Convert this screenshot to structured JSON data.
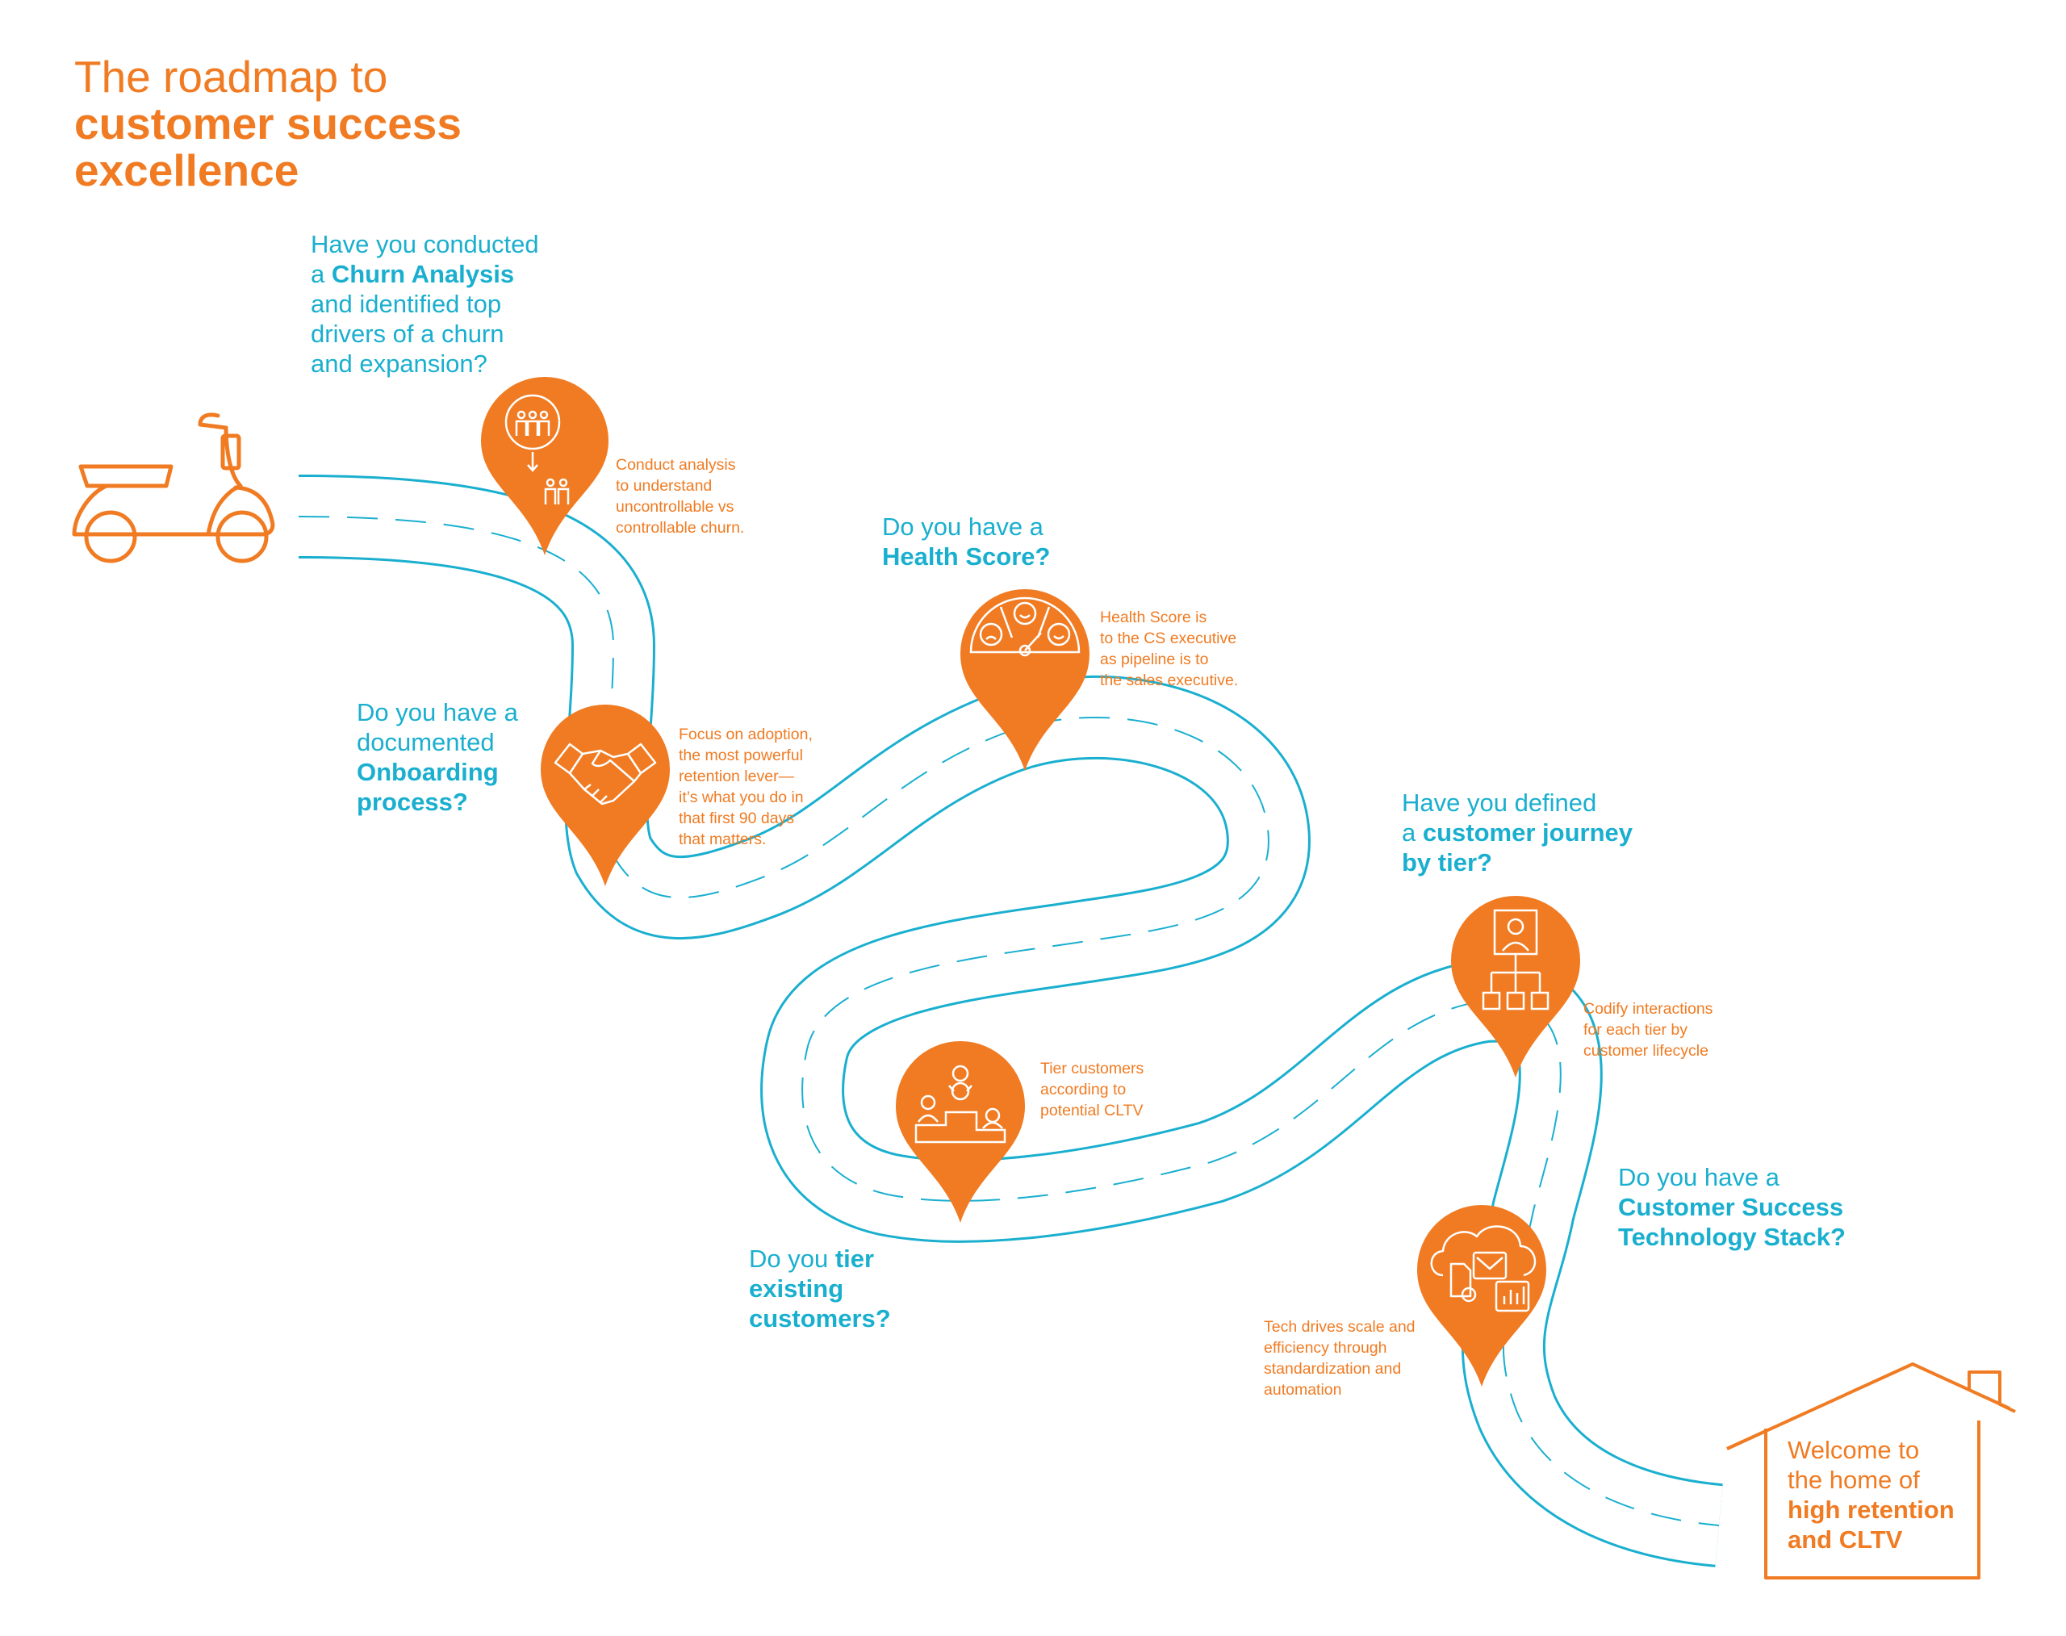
{
  "title": {
    "line1": "The roadmap to",
    "line2": "customer success",
    "line3": "excellence"
  },
  "colors": {
    "orange": "#F07B22",
    "teal": "#1AAFCF",
    "white": "#FFFFFF"
  },
  "start_icon": "scooter-icon",
  "steps": [
    {
      "id": "churn",
      "icon": "people-funnel-icon",
      "question": [
        "Have you conducted",
        "a ",
        "Churn Analysis",
        "and identified top",
        "drivers of a churn",
        "and expansion?"
      ],
      "description": [
        "Conduct analysis",
        "to understand",
        "uncontrollable vs",
        "controllable churn."
      ]
    },
    {
      "id": "onboarding",
      "icon": "handshake-icon",
      "question": [
        "Do you have a",
        "documented",
        "Onboarding",
        "process?"
      ],
      "description": [
        "Focus on adoption,",
        "the most powerful",
        "retention lever—",
        "it’s what you do in",
        "that first 90 days",
        "that matters."
      ]
    },
    {
      "id": "health",
      "icon": "gauge-icon",
      "question": [
        "Do you have a",
        "Health Score?"
      ],
      "description": [
        "Health Score is",
        "to the CS executive",
        "as pipeline is to",
        "the sales executive."
      ]
    },
    {
      "id": "tier",
      "icon": "podium-icon",
      "question": [
        "Do you ",
        "tier",
        "existing",
        "customers?"
      ],
      "description": [
        "Tier customers",
        "according to",
        "potential CLTV"
      ]
    },
    {
      "id": "journey",
      "icon": "org-chart-icon",
      "question": [
        "Have you defined",
        "a ",
        "customer journey",
        "by tier?"
      ],
      "description": [
        "Codify interactions",
        "for each tier by",
        "customer lifecycle"
      ]
    },
    {
      "id": "tech",
      "icon": "cloud-tech-icon",
      "question": [
        "Do you have a",
        "Customer Success",
        "Technology Stack?"
      ],
      "description": [
        "Tech drives scale and",
        "efficiency through",
        "standardization and",
        "automation"
      ]
    }
  ],
  "home": {
    "icon": "house-icon",
    "line1": "Welcome to",
    "line2": "the home of",
    "line3": "high retention",
    "line4": "and CLTV"
  }
}
